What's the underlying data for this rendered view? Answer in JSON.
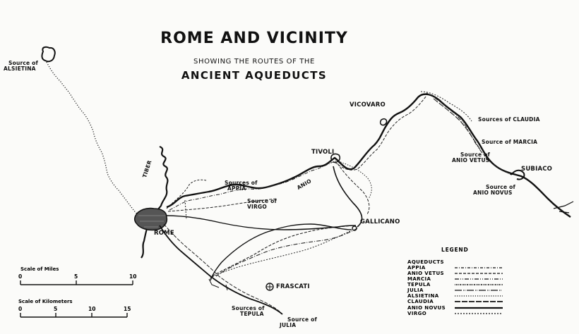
{
  "title": "ROME AND VICINITY",
  "subtitle": "SHOWING THE ROUTES OF THE",
  "subtitle2": "ANCIENT AQUEDUCTS",
  "places": {
    "source_alsietina_1": "Source of",
    "source_alsietina_2": "ALSIETINA",
    "vicovaro": "VICOVARO",
    "sources_claudia": "Sources of CLAUDIA",
    "source_marcia": "Source of MARCIA",
    "source_anio_vetus_1": "Source of",
    "source_anio_vetus_2": "ANIO VETUS",
    "subiaco": "SUBIACO",
    "source_anio_novus_1": "Source of",
    "source_anio_novus_2": "ANIO NOVUS",
    "tivoli": "TIVOLI",
    "anio": "ANIO",
    "tiber": "TIBER",
    "sources_appia_1": "Sources of",
    "sources_appia_2": "APPIA",
    "source_virgo_1": "Source of",
    "source_virgo_2": "VIRGO",
    "rome": "ROME",
    "gallicano": "GALLICANO",
    "frascati": "FRASCATI",
    "sources_tepula_1": "Sources of",
    "sources_tepula_2": "TEPULA",
    "source_julia_1": "Source of",
    "source_julia_2": "JULIA"
  },
  "legend": {
    "title": "LEGEND",
    "heading": "AQUEDUCTS",
    "items": [
      "APPIA",
      "ANIO VETUS",
      "MARCIA",
      "TEPULA",
      "JULIA",
      "ALSIETINA",
      "CLAUDIA",
      "ANIO NOVUS",
      "VIRGO"
    ]
  },
  "scales": {
    "miles_title": "Scale of Miles",
    "miles_ticks": [
      "0",
      "5",
      "10"
    ],
    "km_title": "Scale of Kilometers",
    "km_ticks": [
      "0",
      "5",
      "10",
      "15"
    ]
  }
}
